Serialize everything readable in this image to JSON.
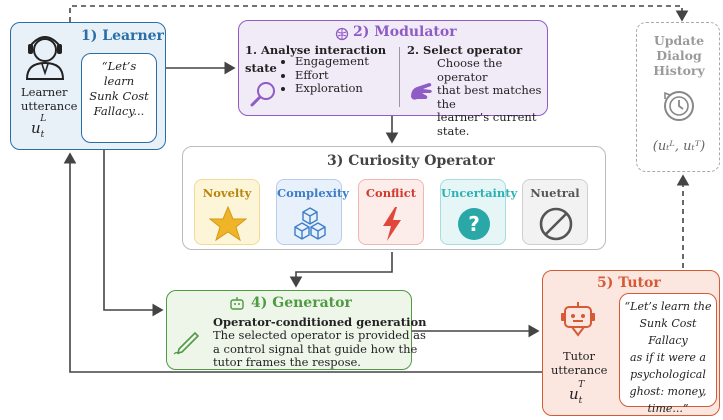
{
  "learner": {
    "title": "1) Learner",
    "caption_line1": "Learner",
    "caption_line2": "utterance",
    "symbol": "u",
    "symbol_sub": "t",
    "symbol_sup": "L",
    "quote_lines": [
      "“Let’s",
      "learn",
      "Sunk Cost",
      "Fallacy..."
    ],
    "quote_tail": "..."
  },
  "modulator": {
    "title": "2) Modulator",
    "step1_heading": "1. Analyse interaction",
    "step1_state": "state",
    "bullets": [
      "Engagement",
      "Effort",
      "Exploration"
    ],
    "step2_heading": "2. Select operator",
    "step2_text_lines": [
      "Choose the operator",
      "that best matches the",
      "learner’s current",
      "state."
    ]
  },
  "curiosity": {
    "title": "3) Curiosity Operator",
    "operators": [
      {
        "label": "Novelty",
        "icon": "star-icon",
        "color": "#b8860b"
      },
      {
        "label": "Complexity",
        "icon": "cubes-icon",
        "color": "#3d7ec9"
      },
      {
        "label": "Conflict",
        "icon": "lightning-icon",
        "color": "#d43a2f"
      },
      {
        "label": "Uncertainty",
        "icon": "question-icon",
        "color": "#2bb3b3"
      },
      {
        "label": "Nuetral",
        "icon": "ban-icon",
        "color": "#555555"
      }
    ]
  },
  "generator": {
    "title": "4) Generator",
    "heading": "Operator-conditioned generation",
    "text_lines": [
      "The selected operator is provided as",
      "a control signal that guide how the",
      "tutor frames the respose."
    ]
  },
  "tutor": {
    "title": "5) Tutor",
    "caption_line1": "Tutor",
    "caption_line2": "utterance",
    "symbol": "u",
    "symbol_sub": "t",
    "symbol_sup": "T",
    "quote_lines": [
      "“Let’s learn the",
      "Sunk Cost Fallacy",
      "as if it were a",
      "psychological",
      "ghost: money,",
      "time...”"
    ]
  },
  "history": {
    "title_lines": [
      "Update",
      "Dialog",
      "History"
    ],
    "pair": "(u",
    "pair_text": "(uₜᴸ, uₜᵀ)"
  }
}
